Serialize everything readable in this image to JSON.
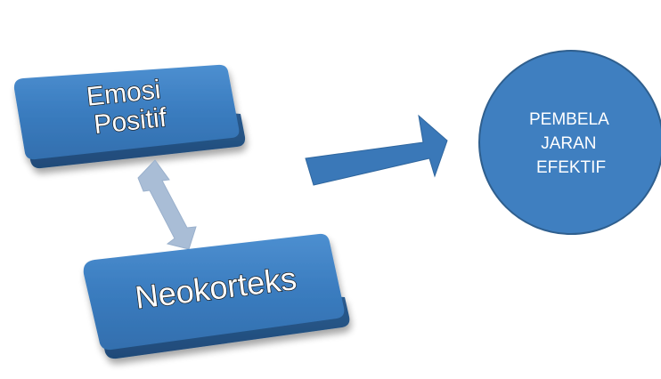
{
  "nodes": {
    "emosi_positif": {
      "lines": [
        "Emosi",
        "Positif"
      ]
    },
    "neokorteks": {
      "lines": [
        "Neokorteks"
      ]
    },
    "pembelajaran_efektif": {
      "lines": [
        "PEMBELA",
        "JARAN",
        "EFEKTIF"
      ]
    }
  },
  "colors": {
    "box_face": "#3a7cbf",
    "box_side": "#2d5f94",
    "box_dark": "#1f4a78",
    "circle_fill": "#3f7fc0",
    "circle_stroke": "#2f5f8e",
    "arrow_fill": "#3a78b8",
    "double_arrow_fill": "#a9bdd6"
  }
}
